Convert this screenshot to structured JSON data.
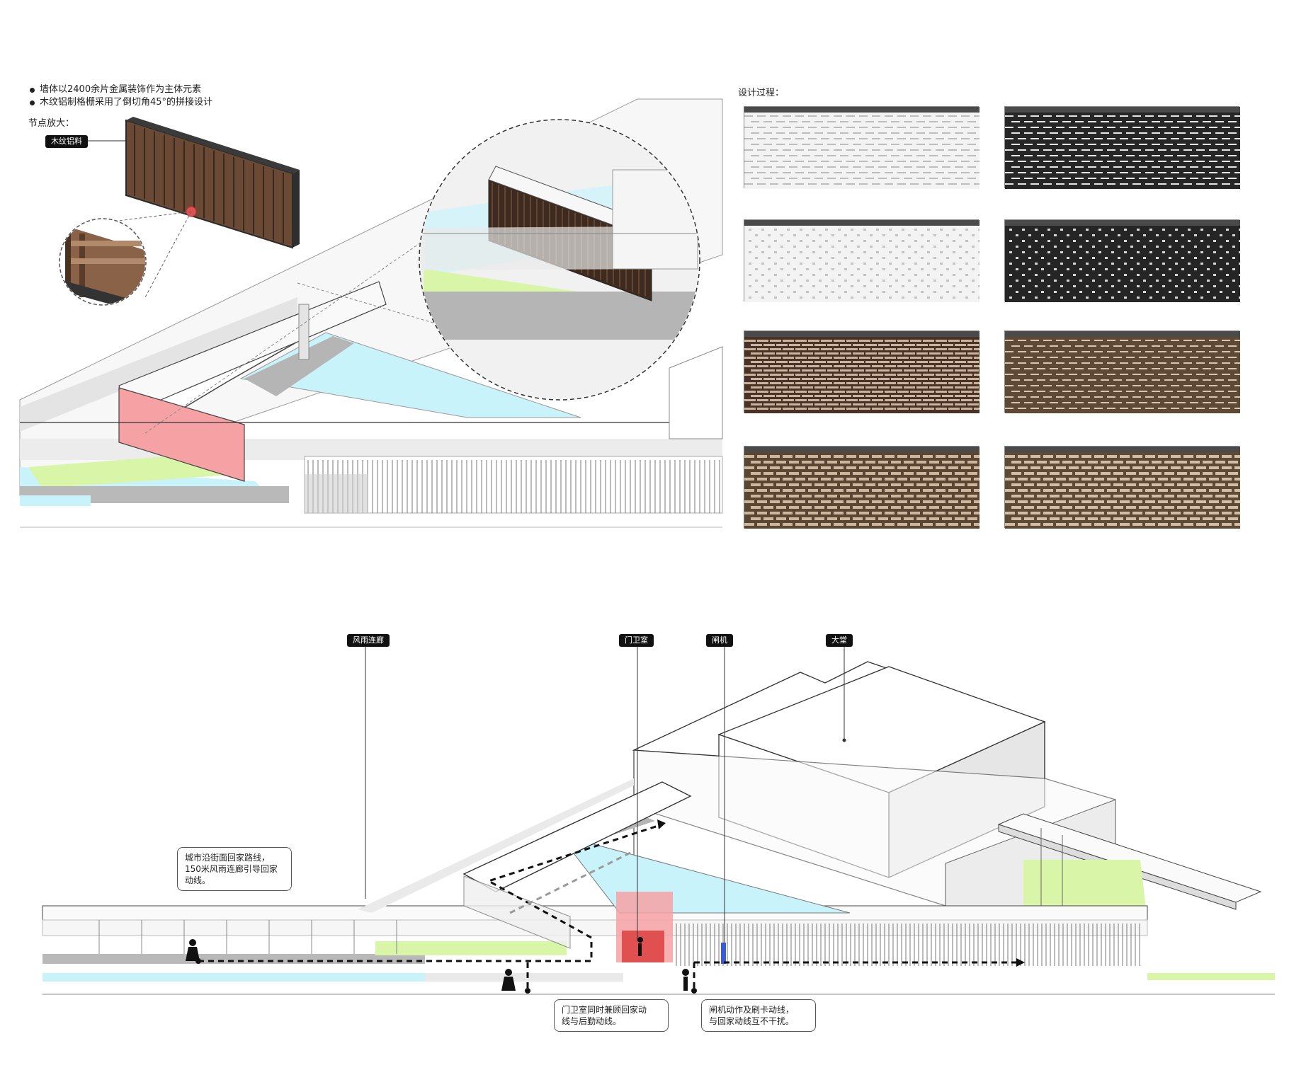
{
  "top": {
    "bullets": [
      "墙体以2400余片金属装饰作为主体元素",
      "木纹铝制格栅采用了倒切角45°的拼接设计"
    ],
    "node_enlarge_label": "节点放大：",
    "wood_grille_tag": "木纹铝料",
    "process_label": "设计过程："
  },
  "swatches": [
    {
      "base": "#f3f3f3",
      "mark": "#bdbdbd",
      "pattern": "dash"
    },
    {
      "base": "#262626",
      "mark": "#e6e6e6",
      "pattern": "dash"
    },
    {
      "base": "#f3f3f3",
      "mark": "#c4c4c4",
      "pattern": "dot"
    },
    {
      "base": "#252525",
      "mark": "#d8d8d8",
      "pattern": "dot"
    },
    {
      "base": "#4a3326",
      "mark": "#c9b29e",
      "pattern": "stripe"
    },
    {
      "base": "#5e4836",
      "mark": "#d7c4ae",
      "pattern": "dash"
    },
    {
      "base": "#5b4634",
      "mark": "#cdb79c",
      "pattern": "brick"
    },
    {
      "base": "#5f4a38",
      "mark": "#d2bea6",
      "pattern": "brick"
    }
  ],
  "bottom": {
    "tags": [
      "风雨连廊",
      "门卫室",
      "闸机",
      "大堂"
    ],
    "callout_left": [
      "城市沿街面回家路线，",
      "150米风雨连廊引导回家动线。"
    ],
    "callout_mid": [
      "门卫室同时兼顾回家动",
      "线与后勤动线。"
    ],
    "callout_right": [
      "闸机动作及刷卡动线，",
      "与回家动线互不干扰。"
    ]
  },
  "colors": {
    "water": "#c9f3fb",
    "lawn": "#d8f5a8",
    "pink": "#f6a1a4",
    "red_gate": "#e05050",
    "gray_road": "#b9b9b9",
    "barrier": "#3b5bd6"
  }
}
